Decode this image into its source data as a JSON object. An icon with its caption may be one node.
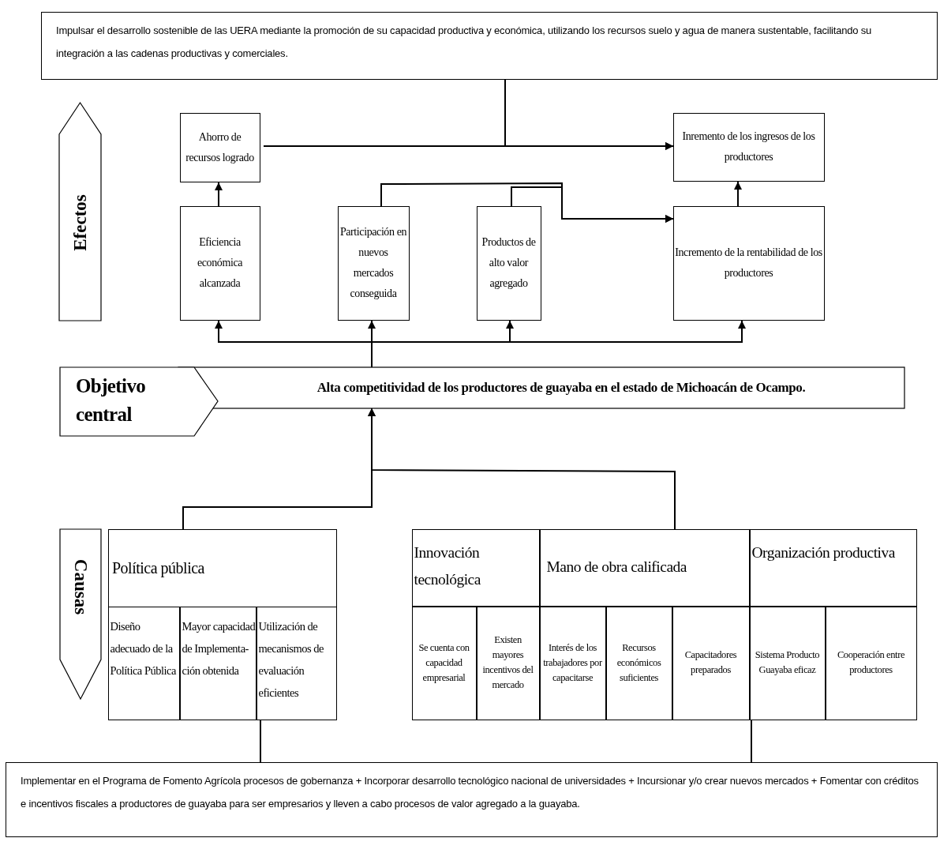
{
  "diagram": {
    "nodes": [
      {
        "text": [
          "Impulsar el desarrollo sostenible de las UERA mediante la promoción de su capacidad productiva y económica, utilizando los recursos suelo y agua de manera sustentable, facilitando su integración a las cadenas productivas y comerciales."
        ]
      },
      {
        "text": [
          "Efectos"
        ]
      },
      {
        "text": [
          "Ahorro de recursos logrado"
        ]
      },
      {
        "text": [
          "Inremento de los ingresos de los productores"
        ]
      },
      {
        "text": [
          "Eficiencia económica alcanzada"
        ]
      },
      {
        "text": [
          "Participación en nuevos mercados conseguida"
        ]
      },
      {
        "text": [
          "Productos de alto valor agregado"
        ]
      },
      {
        "text": [
          "Incremento de la rentabilidad de los productores"
        ]
      },
      {
        "text": [
          "Objetivo central",
          "Alta competitividad  de los productores de guayaba en el estado de Michoacán de Ocampo."
        ]
      },
      {
        "text": [
          "Causas"
        ]
      },
      {
        "text": [
          "Política pública"
        ]
      },
      {
        "text": [
          "Diseño adecuado de la Política Pública"
        ],
        "in": 10
      },
      {
        "text": [
          "Mayor capacidad de Implementa- ción obtenida"
        ],
        "in": 10
      },
      {
        "text": [
          "Utilización de mecanismos de evaluación eficientes"
        ],
        "in": 10
      },
      {
        "text": [],
        "shape": "box"
      },
      {
        "text": [
          "Innovación tecnológica"
        ],
        "in": 14
      },
      {
        "text": [
          "Se cuenta con capacidad empresarial"
        ],
        "in": 14
      },
      {
        "text": [
          "Existen mayores incentivos del mercado"
        ],
        "in": 14
      },
      {
        "text": [
          "Mano de obra calificada"
        ],
        "in": 14
      },
      {
        "text": [
          "Interés de los trabajadores por capacitarse"
        ],
        "in": 14
      },
      {
        "text": [
          "Recursos económicos suficientes"
        ],
        "in": 14
      },
      {
        "text": [
          "Capacitadores preparados"
        ],
        "in": 14
      },
      {
        "text": [
          "Organización productiva"
        ],
        "in": 14
      },
      {
        "text": [
          "Sistema Producto Guayaba eficaz"
        ],
        "in": 14
      },
      {
        "text": [
          "Cooperación entre productores"
        ],
        "in": 14
      },
      {
        "text": [
          "Implementar en el Programa de Fomento Agrícola procesos de gobernanza + Incorporar desarrollo tecnológico nacional de universidades + Incursionar y/o crear nuevos mercados + Fomentar con créditos e incentivos fiscales a productores de guayaba para ser empresarios y lleven a cabo procesos de valor agregado a la guayaba."
        ]
      }
    ],
    "edges": [
      {
        "from": 2,
        "to": 3,
        "arrow": "to"
      },
      {
        "from": 0,
        "to": 3,
        "arrow": "to"
      },
      {
        "from": 4,
        "to": 2,
        "arrow": "to"
      },
      {
        "from": 7,
        "to": 3,
        "arrow": "to"
      },
      {
        "from": 5,
        "to": 7,
        "arrow": "to"
      },
      {
        "from": 6,
        "to": 7,
        "arrow": "to"
      },
      {
        "from": 8,
        "to": 4,
        "arrow": "to"
      },
      {
        "from": 8,
        "to": 5,
        "arrow": "to"
      },
      {
        "from": 8,
        "to": 6,
        "arrow": "to"
      },
      {
        "from": 8,
        "to": 7,
        "arrow": "to"
      },
      {
        "from": 10,
        "to": 8,
        "arrow": "to"
      },
      {
        "from": 14,
        "to": 8,
        "arrow": "to"
      },
      {
        "from": 10,
        "to": 25,
        "arrow": "none"
      },
      {
        "from": 14,
        "to": 25,
        "arrow": "none"
      }
    ]
  }
}
